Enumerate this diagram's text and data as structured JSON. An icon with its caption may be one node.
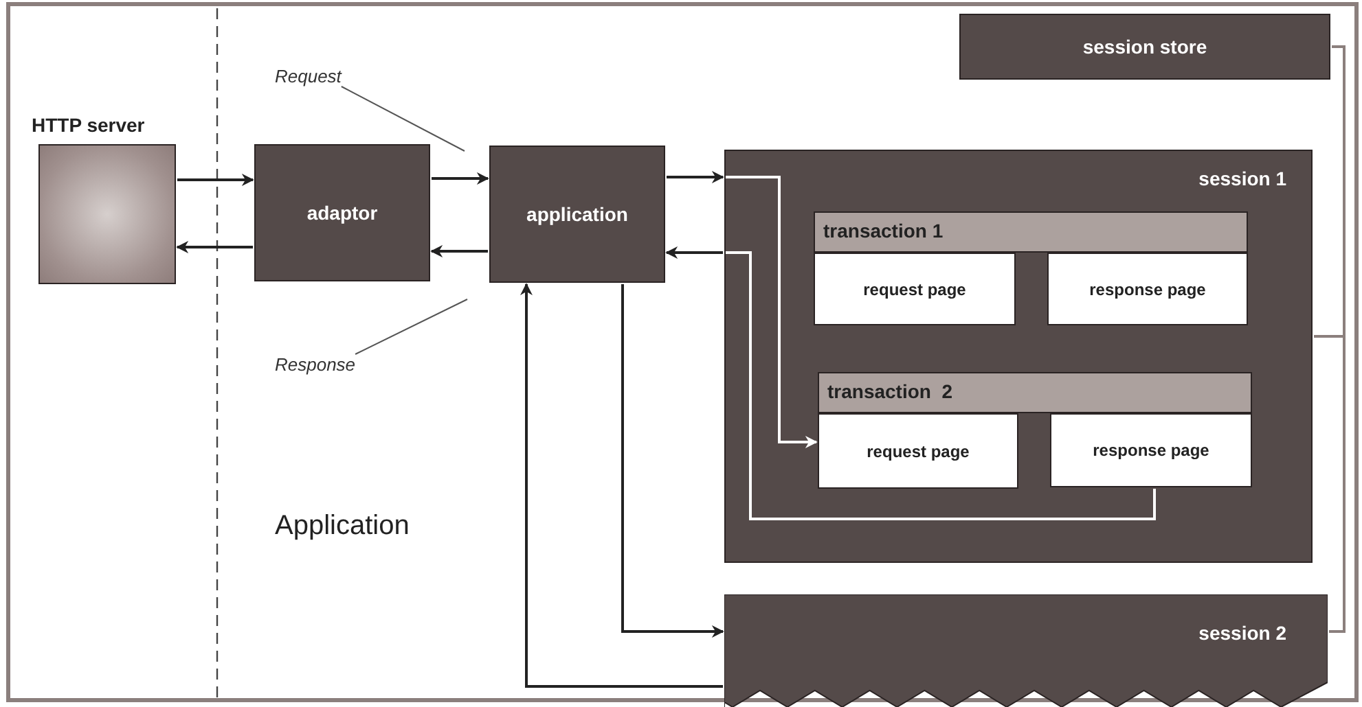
{
  "diagram": {
    "nodes": [
      {
        "text": [
          "HTTP server"
        ]
      },
      {
        "text": [
          "adaptor"
        ]
      },
      {
        "text": [
          "application"
        ]
      },
      {
        "text": [
          "session store"
        ]
      },
      {
        "text": [
          "session 1"
        ]
      },
      {
        "text": [
          "transaction 1"
        ],
        "in": 4
      },
      {
        "text": [
          "request page"
        ],
        "in": 4
      },
      {
        "text": [
          "response page"
        ],
        "in": 4
      },
      {
        "text": [
          "transaction  2"
        ],
        "in": 4
      },
      {
        "text": [
          "request page"
        ],
        "in": 4
      },
      {
        "text": [
          "response page"
        ],
        "in": 4
      },
      {
        "text": [
          "session 2"
        ]
      },
      {
        "text": [
          "Request"
        ]
      },
      {
        "text": [
          "Response"
        ]
      }
    ],
    "edges": [
      {
        "from": 0,
        "to": 1,
        "arrow": "to"
      },
      {
        "from": 1,
        "to": 0,
        "arrow": "to"
      },
      {
        "from": 1,
        "to": 2,
        "arrow": "to"
      },
      {
        "from": 2,
        "to": 1,
        "arrow": "to"
      },
      {
        "from": 2,
        "to": 4,
        "arrow": "to"
      },
      {
        "from": 4,
        "to": 9,
        "arrow": "to",
        "color": "#ffffff"
      },
      {
        "from": 10,
        "to": 4,
        "arrow": "none",
        "color": "#ffffff"
      },
      {
        "from": 4,
        "to": 2,
        "arrow": "to"
      },
      {
        "from": 2,
        "to": 11,
        "arrow": "to"
      },
      {
        "from": 11,
        "to": 2,
        "arrow": "to"
      },
      {
        "from": 3,
        "to": 4,
        "arrow": "none",
        "color": "#8b7f7d"
      },
      {
        "from": 3,
        "to": 11,
        "arrow": "none",
        "color": "#8b7f7d"
      },
      {
        "from": 12,
        "to": null,
        "arrow": "none",
        "color": "#555555"
      },
      {
        "from": 13,
        "to": null,
        "arrow": "none",
        "color": "#555555"
      }
    ],
    "labels": [
      "Application"
    ]
  }
}
